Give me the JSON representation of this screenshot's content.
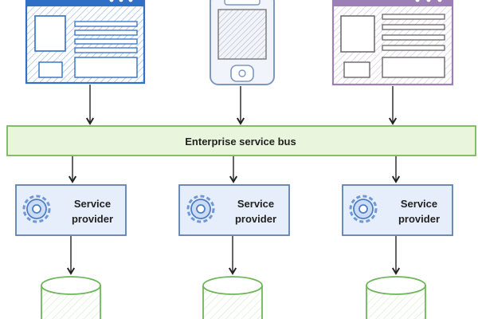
{
  "bus": {
    "label": "Enterprise service bus"
  },
  "clients": [
    {
      "kind": "web-app",
      "color": "#2f6fc6"
    },
    {
      "kind": "mobile-app",
      "color": "#7d97c2"
    },
    {
      "kind": "web-app",
      "color": "#9b7fb6"
    }
  ],
  "providers": [
    {
      "line1": "Service",
      "line2": "provider"
    },
    {
      "line1": "Service",
      "line2": "provider"
    },
    {
      "line1": "Service",
      "line2": "provider"
    }
  ],
  "colors": {
    "bus_fill": "#e9f5dc",
    "bus_stroke": "#7ab55c",
    "provider_fill": "#e6eefb",
    "provider_stroke": "#5f7fb1",
    "database_stroke": "#6fb55a",
    "arrow": "#222222"
  },
  "icons": {
    "provider": "gear-icon",
    "storage": "database-icon"
  }
}
